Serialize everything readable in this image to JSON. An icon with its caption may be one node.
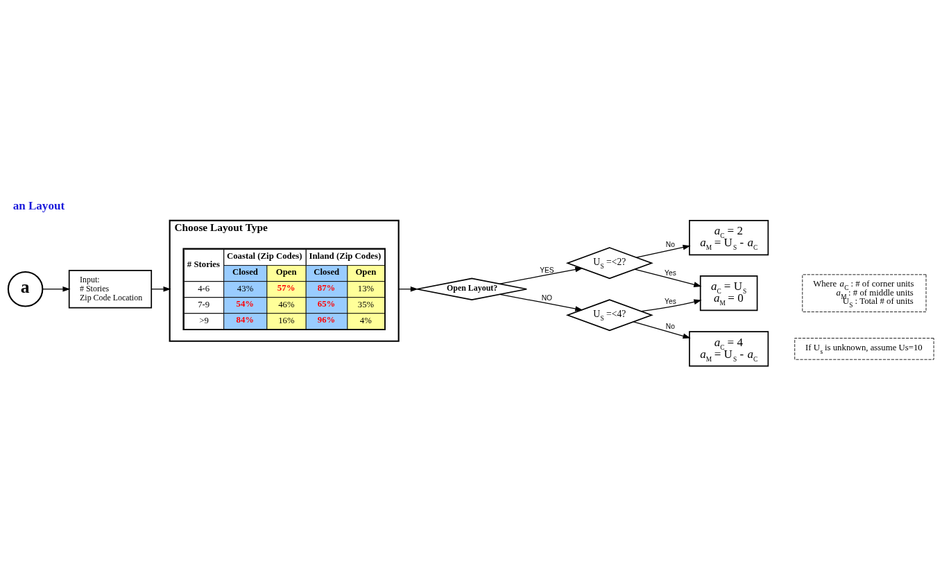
{
  "diagram": {
    "title": "an Layout",
    "nodes": [
      {
        "text": [
          "a"
        ]
      },
      {
        "text": [
          "Input:",
          "# Stories",
          "Zip Code Location"
        ]
      },
      {
        "text": [
          "Choose Layout Type"
        ]
      },
      {
        "text": [
          "Open Layout?"
        ]
      },
      {
        "text": [
          "U$_{S}$ =<2?"
        ]
      },
      {
        "text": [
          "*a*$_{C}$ = 2",
          "*a*$_{M}$ = U$_{S}$ - *a*$_{C}$"
        ]
      },
      {
        "text": [
          "*a*$_{C}$ = U$_{S}$",
          "*a*$_{M}$ = 0"
        ]
      },
      {
        "text": [
          "U$_{S}$ =<4?"
        ]
      },
      {
        "text": [
          "*a*$_{C}$ = 4",
          "*a*$_{M}$ = U$_{S}$ - *a*$_{C}$"
        ]
      },
      {
        "text": [
          "Where *a*$_{C}$ : # of corner units",
          "*a*$_{M}$ : # of middle units",
          "U$_{S}$ : Total # of units"
        ]
      },
      {
        "text": [
          "If U$_{s}$ is unknown, assume Us=10"
        ]
      }
    ],
    "edges": [
      {
        "from": 0,
        "to": 1,
        "arrow": "to"
      },
      {
        "from": 1,
        "to": 2,
        "arrow": "to"
      },
      {
        "from": 2,
        "to": 3,
        "arrow": "to"
      },
      {
        "from": 3,
        "to": 4,
        "arrow": "to",
        "label": "YES"
      },
      {
        "from": 4,
        "to": 5,
        "arrow": "to",
        "label": "No"
      },
      {
        "from": 4,
        "to": 6,
        "arrow": "to",
        "label": "Yes"
      },
      {
        "from": 3,
        "to": 7,
        "arrow": "to",
        "label": "NO"
      },
      {
        "from": 7,
        "to": 6,
        "arrow": "to",
        "label": "Yes"
      },
      {
        "from": 7,
        "to": 8,
        "arrow": "to",
        "label": "No"
      }
    ],
    "labels": [
      "# Stories",
      "Coastal (Zip Codes)",
      "Inland (Zip Codes)",
      "Closed",
      "Open",
      "Closed",
      "Open",
      "4-6",
      "43%",
      "**57%**",
      "**87%**",
      "13%",
      "7-9",
      "**54%**",
      "46%",
      "**65%**",
      "35%",
      ">9",
      "**84%**",
      "16%",
      "**96%**",
      "4%"
    ]
  }
}
